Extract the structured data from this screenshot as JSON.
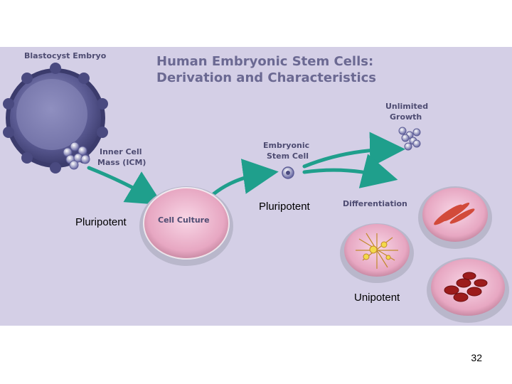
{
  "diagram": {
    "title_line1": "Human Embryonic Stem Cells:",
    "title_line2": "Derivation and Characteristics",
    "blastocyst_label": "Blastocyst Embryo",
    "icm_label_line1": "Inner Cell",
    "icm_label_line2": "Mass (ICM)",
    "stem_cell_label_line1": "Embryonic",
    "stem_cell_label_line2": "Stem Cell",
    "unlimited_label_line1": "Unlimited",
    "unlimited_label_line2": "Growth",
    "culture_label": "Cell Culture",
    "differentiation_label": "Differentiation"
  },
  "overlays": {
    "pluripotent_left": "Pluripotent",
    "pluripotent_center": "Pluripotent",
    "unipotent": "Unipotent"
  },
  "page_number": "32"
}
